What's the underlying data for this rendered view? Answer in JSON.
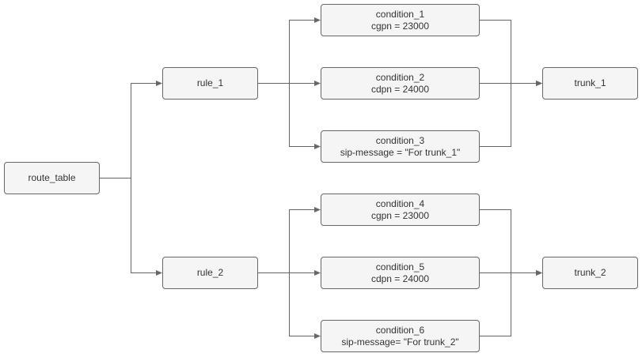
{
  "colors": {
    "node_fill": "#f5f5f5",
    "node_border": "#666666",
    "text": "#333333",
    "edge": "#666666"
  },
  "nodes": {
    "route_table": {
      "label": "route_table"
    },
    "rule_1": {
      "label": "rule_1"
    },
    "rule_2": {
      "label": "rule_2"
    },
    "condition_1": {
      "name": "condition_1",
      "expr": "cgpn = 23000"
    },
    "condition_2": {
      "name": "condition_2",
      "expr": "cdpn = 24000"
    },
    "condition_3": {
      "name": "condition_3",
      "expr": "sip-message = \"For trunk_1\""
    },
    "condition_4": {
      "name": "condition_4",
      "expr": "cgpn = 23000"
    },
    "condition_5": {
      "name": "condition_5",
      "expr": "cdpn = 24000"
    },
    "condition_6": {
      "name": "condition_6",
      "expr": "sip-message= \"For trunk_2\""
    },
    "trunk_1": {
      "label": "trunk_1"
    },
    "trunk_2": {
      "label": "trunk_2"
    }
  },
  "edges": [
    {
      "from": "route_table",
      "to": "rule_1"
    },
    {
      "from": "route_table",
      "to": "rule_2"
    },
    {
      "from": "rule_1",
      "to": "condition_1"
    },
    {
      "from": "rule_1",
      "to": "condition_2"
    },
    {
      "from": "rule_1",
      "to": "condition_3"
    },
    {
      "from": "rule_2",
      "to": "condition_4"
    },
    {
      "from": "rule_2",
      "to": "condition_5"
    },
    {
      "from": "rule_2",
      "to": "condition_6"
    },
    {
      "from": "condition_1",
      "to": "trunk_1"
    },
    {
      "from": "condition_2",
      "to": "trunk_1"
    },
    {
      "from": "condition_3",
      "to": "trunk_1"
    },
    {
      "from": "condition_4",
      "to": "trunk_2"
    },
    {
      "from": "condition_5",
      "to": "trunk_2"
    },
    {
      "from": "condition_6",
      "to": "trunk_2"
    }
  ]
}
